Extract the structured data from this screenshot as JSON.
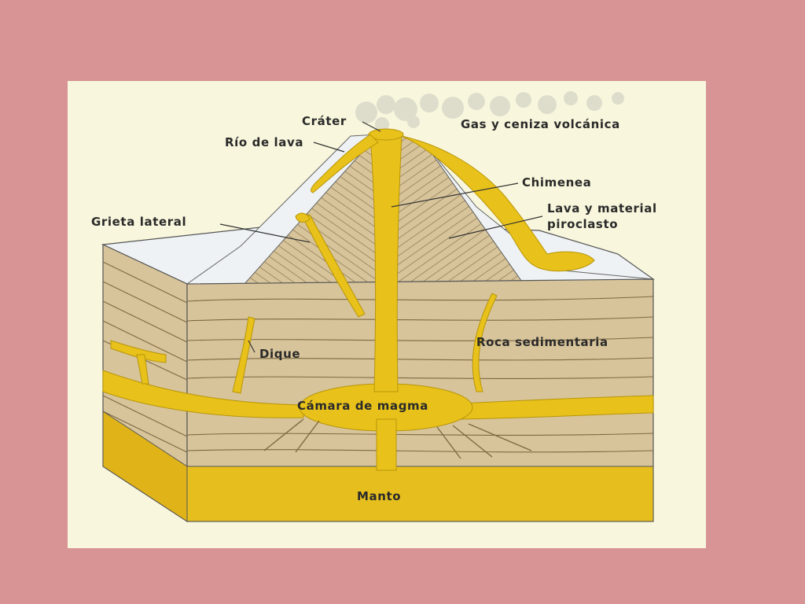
{
  "diagram": {
    "labels": {
      "crater": "Cráter",
      "gas": "Gas y ceniza volcánica",
      "lava_river": "Río de lava",
      "chimney": "Chimenea",
      "lateral_crack": "Grieta lateral",
      "lava_material_1": "Lava y material",
      "lava_material_2": "piroclasto",
      "dike": "Dique",
      "sedimentary": "Roca sedimentaria",
      "magma_chamber": "Cámara de magma",
      "mantle": "Manto"
    },
    "colors": {
      "slide_background": "#d89494",
      "panel_background": "#f8f6dc",
      "magma": "#e8c21a",
      "rock": "#d7c49a",
      "mantle": "#e6bf1e",
      "snow": "#eef2f4"
    }
  }
}
